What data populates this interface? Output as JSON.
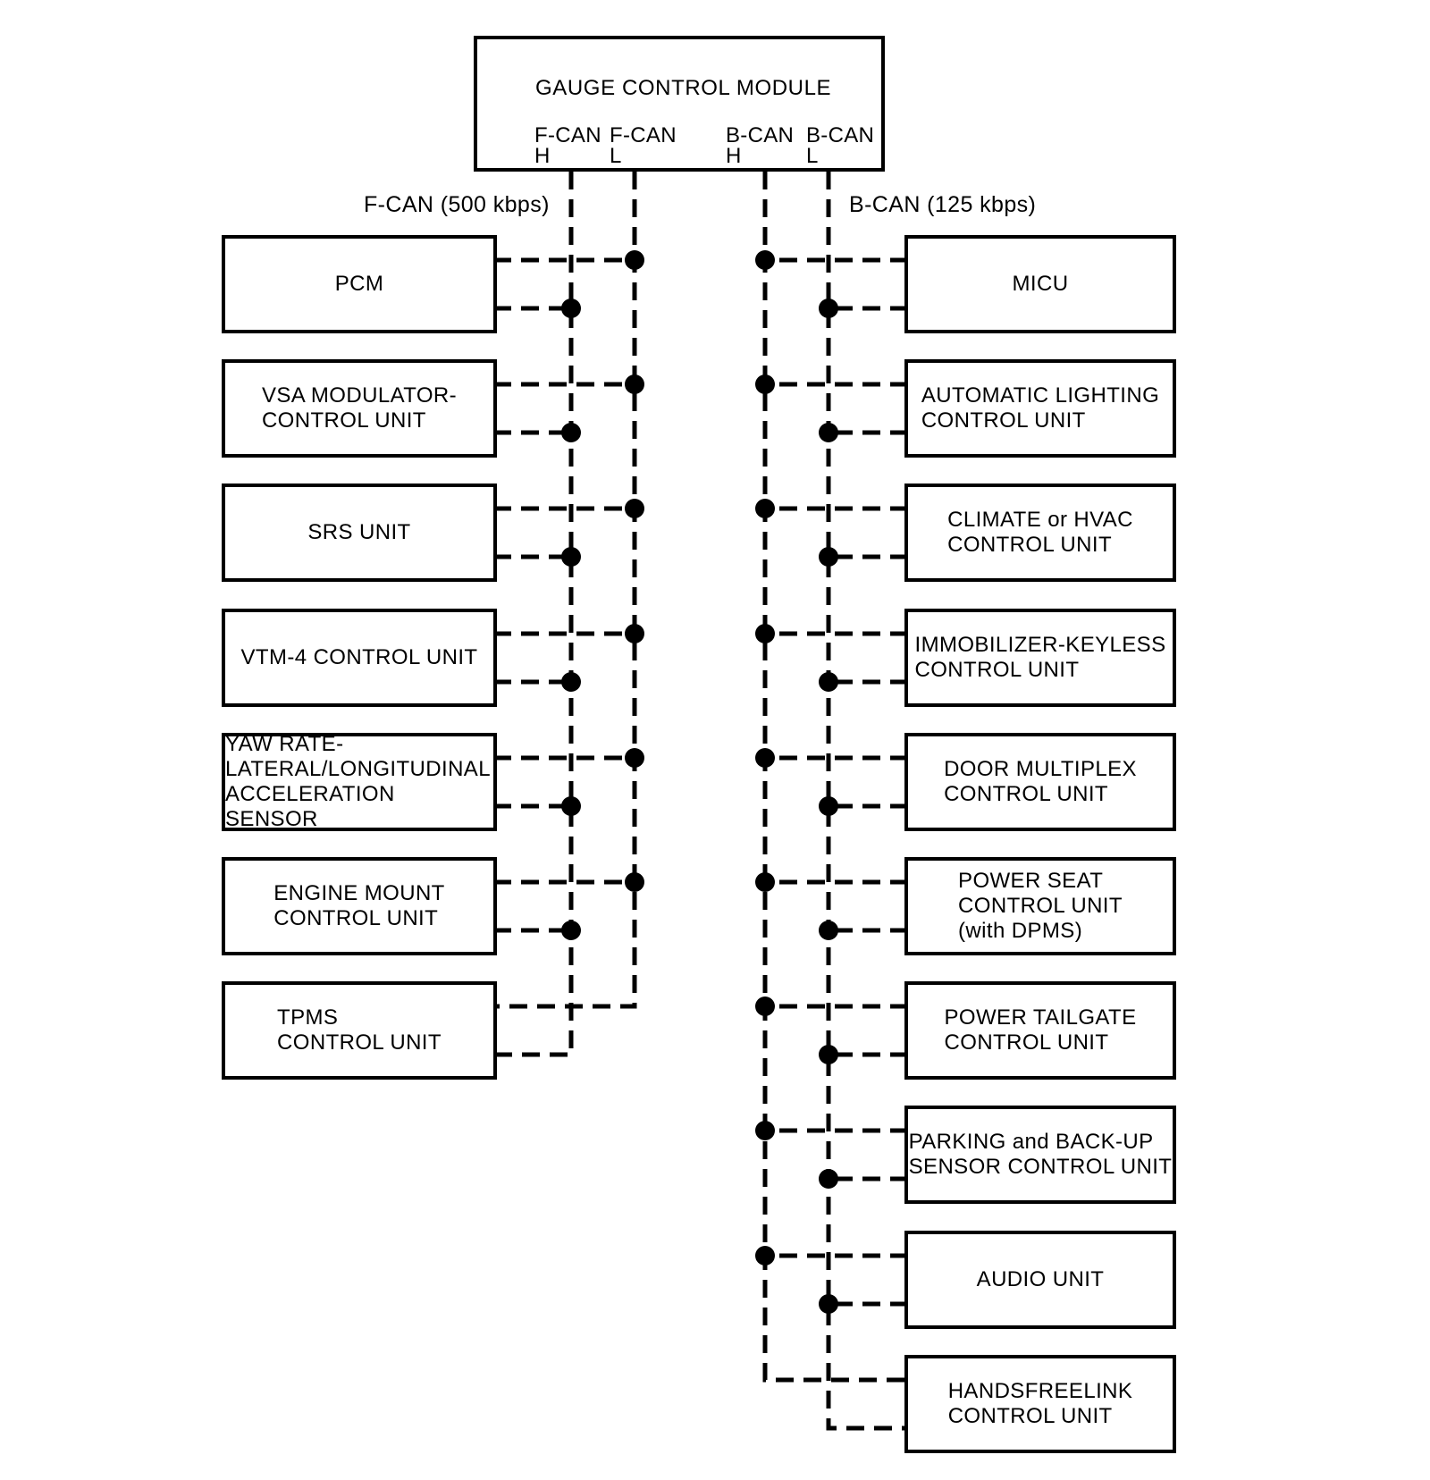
{
  "gauge_module": {
    "title": "GAUGE CONTROL MODULE",
    "terminals": [
      {
        "bus": "F-CAN",
        "wire": "H"
      },
      {
        "bus": "F-CAN",
        "wire": "L"
      },
      {
        "bus": "B-CAN",
        "wire": "H"
      },
      {
        "bus": "B-CAN",
        "wire": "L"
      }
    ]
  },
  "bus_labels": {
    "fcan": "F-CAN (500 kbps)",
    "bcan": "B-CAN (125 kbps)"
  },
  "units": {
    "left": [
      {
        "label": "PCM"
      },
      {
        "label": "VSA MODULATOR-\nCONTROL UNIT"
      },
      {
        "label": "SRS UNIT"
      },
      {
        "label": "VTM-4 CONTROL UNIT"
      },
      {
        "label": "YAW RATE-\nLATERAL/LONGITUDINAL\nACCELERATION SENSOR"
      },
      {
        "label": "ENGINE MOUNT\nCONTROL UNIT"
      },
      {
        "label": "TPMS\nCONTROL UNIT"
      }
    ],
    "right": [
      {
        "label": "MICU"
      },
      {
        "label": "AUTOMATIC LIGHTING\nCONTROL UNIT"
      },
      {
        "label": "CLIMATE or HVAC\nCONTROL UNIT"
      },
      {
        "label": "IMMOBILIZER-KEYLESS\nCONTROL UNIT"
      },
      {
        "label": "DOOR MULTIPLEX\nCONTROL UNIT"
      },
      {
        "label": "POWER SEAT\nCONTROL UNIT\n(with DPMS)"
      },
      {
        "label": "POWER TAILGATE\nCONTROL UNIT"
      },
      {
        "label": "PARKING and BACK-UP\nSENSOR CONTROL UNIT"
      },
      {
        "label": "AUDIO UNIT"
      },
      {
        "label": "HANDSFREELINK\nCONTROL UNIT"
      }
    ]
  },
  "colors": {
    "line": "#000000",
    "background": "#ffffff"
  }
}
